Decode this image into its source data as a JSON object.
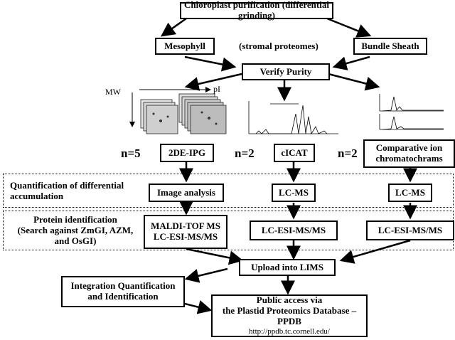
{
  "top": {
    "chloroplast": "Chloroplast purification (differential grinding)",
    "mesophyll": "Mesophyll",
    "stromal": "(stromal proteomes)",
    "bundle_sheath": "Bundle Sheath",
    "verify": "Verify Purity"
  },
  "gel": {
    "mw": "MW",
    "pi": "pI"
  },
  "methods": {
    "n1": "n=5",
    "m1": "2DE-IPG",
    "n2": "n=2",
    "m2": "cICAT",
    "n3": "n=2",
    "m3_line1": "Comparative ion",
    "m3_line2": "chromatochrams"
  },
  "quant": {
    "title_line1": "Quantification of differential",
    "title_line2": "accumulation",
    "image_analysis": "Image analysis",
    "lcms1": "LC-MS",
    "lcms2": "LC-MS"
  },
  "ident": {
    "title_line1": "Protein identification",
    "title_line2": "(Search against ZmGI, AZM,",
    "title_line3": "and OsGI)",
    "maldi_line1": "MALDI-TOF MS",
    "maldi_line2": "LC-ESI-MS/MS",
    "lcesi1": "LC-ESI-MS/MS",
    "lcesi2": "LC-ESI-MS/MS"
  },
  "bottom": {
    "upload": "Upload into LIMS",
    "integration_line1": "Integration Quantification",
    "integration_line2": "and Identification",
    "public_line1": "Public access via",
    "public_line2": "the Plastid Proteomics Database – PPDB",
    "url": "http://ppdb.tc.cornell.edu/"
  }
}
